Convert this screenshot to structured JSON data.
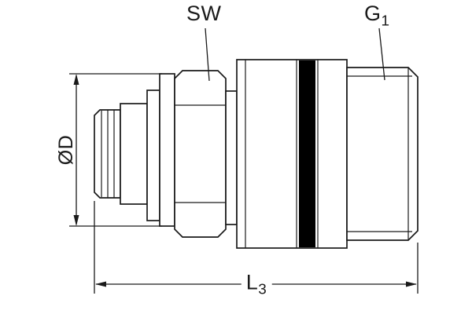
{
  "colors": {
    "line": "#1a1a1a",
    "oring": "#000000",
    "background": "#ffffff"
  },
  "labels": {
    "sw": "SW",
    "g1": {
      "main": "G",
      "sub": "1"
    },
    "d": "ØD",
    "l3": {
      "main": "L",
      "sub": "3"
    }
  }
}
